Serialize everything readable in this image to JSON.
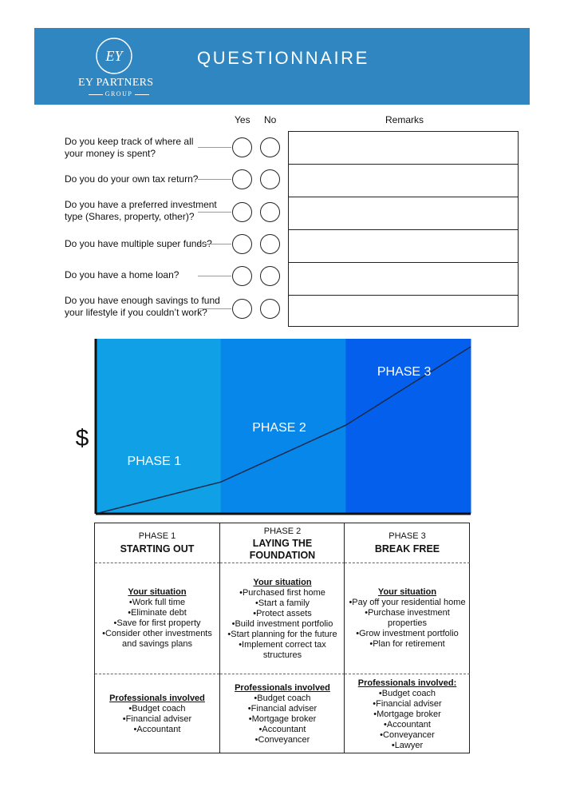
{
  "header": {
    "brand_name": "EY PARTNERS",
    "brand_sub": "GROUP",
    "logo_monogram": "EY",
    "title": "QUESTIONNAIRE",
    "background_color": "#2f86c1"
  },
  "questionnaire": {
    "col_yes": "Yes",
    "col_no": "No",
    "col_remarks": "Remarks",
    "questions": [
      {
        "line1": "Do you keep track of where all",
        "line2": "your money is spent?"
      },
      {
        "line1": "Do you do your own tax return?",
        "line2": ""
      },
      {
        "line1": "Do you have a preferred investment",
        "line2": "type (Shares, property, other)?"
      },
      {
        "line1": "Do you have multiple super funds?",
        "line2": ""
      },
      {
        "line1": "Do you have a home loan?",
        "line2": ""
      },
      {
        "line1": "Do you have enough savings to fund",
        "line2": "your lifestyle if you couldn’t work?"
      }
    ]
  },
  "chart_data": {
    "type": "line",
    "title": "",
    "ylabel": "$",
    "xlabel": "",
    "bands": [
      {
        "label": "PHASE 1",
        "color": "#0fa0e6"
      },
      {
        "label": "PHASE 2",
        "color": "#0887ea"
      },
      {
        "label": "PHASE 3",
        "color": "#0460ec"
      }
    ],
    "x": [
      0,
      1,
      2,
      3
    ],
    "y": [
      0.0,
      0.19,
      0.53,
      1.0
    ],
    "xlim": [
      0,
      3
    ],
    "ylim": [
      0,
      1
    ],
    "line_color": "#1a2a4a"
  },
  "phases": [
    {
      "number": "PHASE 1",
      "name_line1": "STARTING OUT",
      "name_line2": "",
      "situation_title": "Your situation",
      "situation": [
        "Work full time",
        "Eliminate debt",
        "Save for first property",
        "Consider other investments",
        "and savings plans"
      ],
      "professionals_title": "Professionals involved",
      "professionals": [
        "Budget coach",
        "Financial adviser",
        "Accountant"
      ]
    },
    {
      "number": "PHASE 2",
      "name_line1": "LAYING THE",
      "name_line2": "FOUNDATION",
      "situation_title": "Your situation",
      "situation": [
        "Purchased first home",
        "Start a family",
        "Protect assets",
        "Build investment portfolio",
        "Start planning for the future",
        "Implement correct tax",
        "structures"
      ],
      "professionals_title": "Professionals involved",
      "professionals": [
        "Budget coach",
        "Financial adviser",
        "Mortgage broker",
        "Accountant",
        "Conveyancer"
      ]
    },
    {
      "number": "PHASE 3",
      "name_line1": "BREAK FREE",
      "name_line2": "",
      "situation_title": "Your situation",
      "situation": [
        "Pay off your residential home",
        "Purchase investment",
        "properties",
        "Grow investment portfolio",
        "Plan for retirement"
      ],
      "professionals_title": "Professionals involved:",
      "professionals": [
        "Budget coach",
        "Financial adviser",
        "Mortgage broker",
        "Accountant",
        "Conveyancer",
        "Lawyer"
      ]
    }
  ]
}
